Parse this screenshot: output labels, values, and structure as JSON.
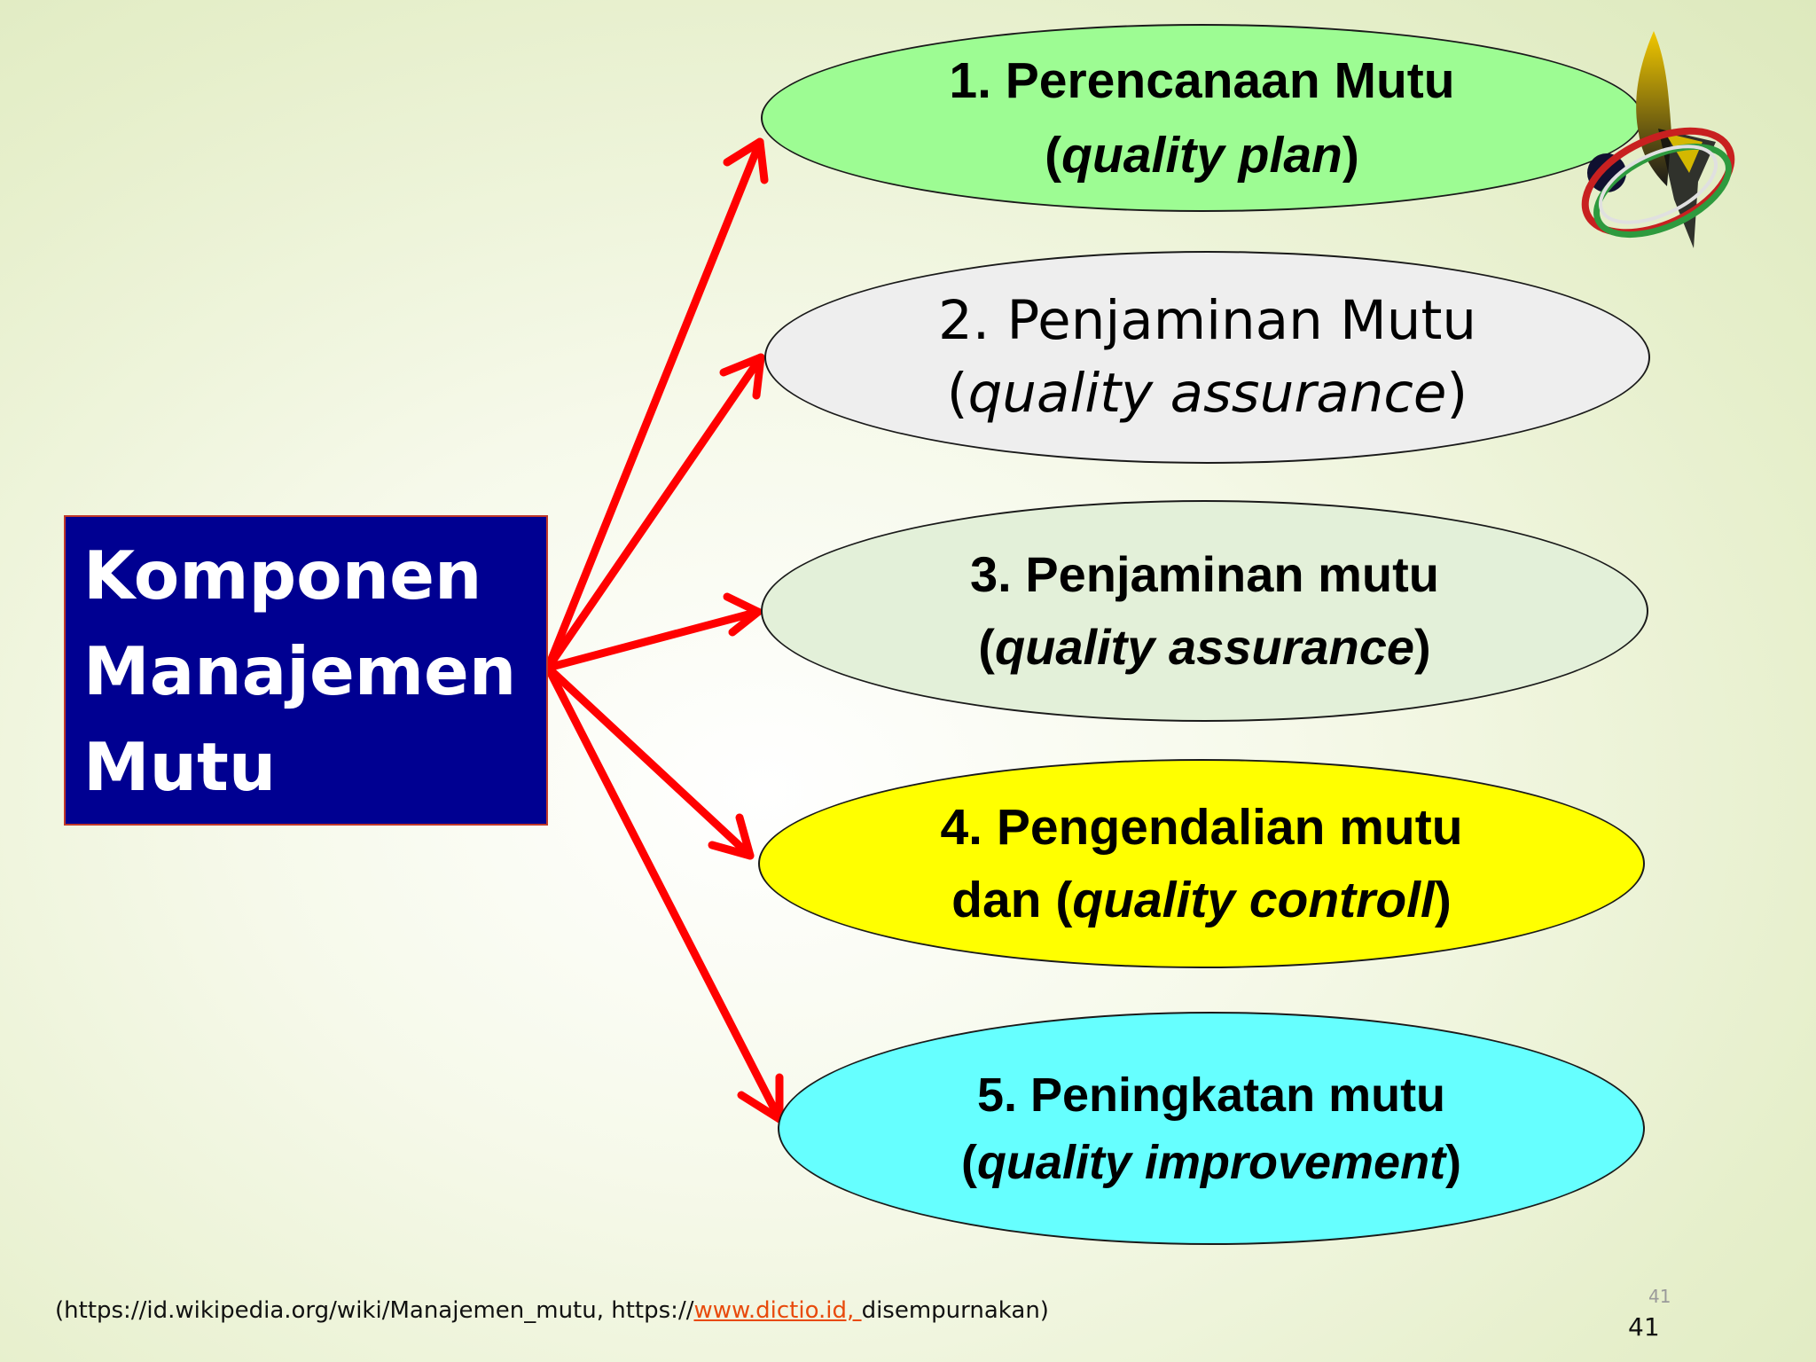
{
  "root": {
    "lines": [
      "Komponen",
      "Manajemen",
      "Mutu"
    ],
    "color": "#000091"
  },
  "components": [
    {
      "line1": "1. Perencanaan Mutu",
      "open": "(",
      "term": "quality plan",
      "close": ")",
      "color": "#9dfc93"
    },
    {
      "line1": "2. Penjaminan Mutu",
      "open": "(",
      "term": "quality assurance",
      "close": ")",
      "color": "#eeeeee"
    },
    {
      "line1": "3. Penjaminan mutu",
      "open": "(",
      "term": "quality assurance",
      "close": ")",
      "color": "#e3f0d9"
    },
    {
      "line1": "4. Pengendalian mutu",
      "open": "dan (",
      "term": "quality controll",
      "close": ")",
      "color": "#ffff00"
    },
    {
      "line1": "5. Peningkatan mutu",
      "open": "(",
      "term": "quality improvement",
      "close": ")",
      "color": "#66ffff"
    }
  ],
  "arrow_color": "#ff0000",
  "footer": {
    "prefix": "(https://id.wikipedia.org/wiki/Manajemen_mutu, https://",
    "link": "www.dictio.id, ",
    "suffix": "disempurnakan)"
  },
  "page_number_small": "41",
  "page_number": "41"
}
